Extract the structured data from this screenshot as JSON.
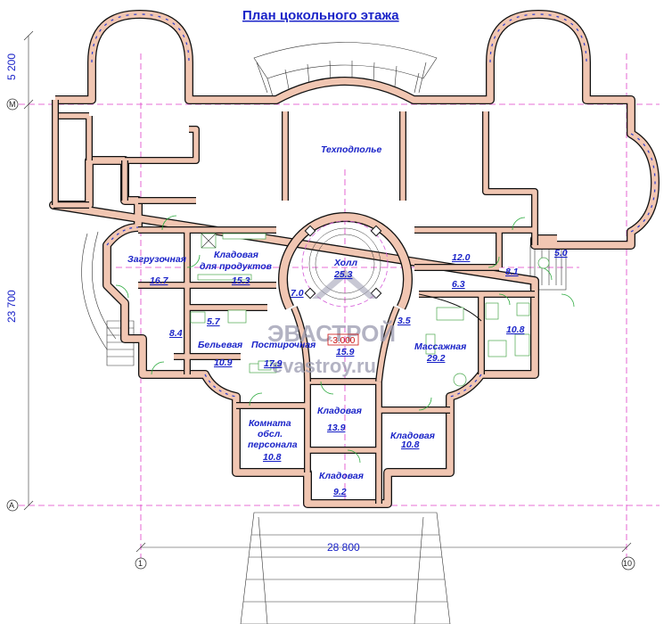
{
  "title": "План цокольного этажа",
  "dimensions": {
    "height_top": "5 200",
    "height_main": "23 700",
    "width_total": "28 800"
  },
  "axes": {
    "m": "М",
    "a": "А",
    "one": "1",
    "ten": "10"
  },
  "elevation_mark": "-3.000",
  "rooms": [
    {
      "name": "Техподполье",
      "area": ""
    },
    {
      "name": "Загрузочная",
      "area": "16.7"
    },
    {
      "name": "Кладовая",
      "name2": "для продуктов",
      "area": "15.3"
    },
    {
      "name": "Холл",
      "area": "25.3"
    },
    {
      "name": "",
      "area": "12.0"
    },
    {
      "name": "",
      "area": "6.3"
    },
    {
      "name": "",
      "area": "8.1"
    },
    {
      "name": "",
      "area": "5.0"
    },
    {
      "name": "",
      "area": "5.7"
    },
    {
      "name": "",
      "area": "8.4"
    },
    {
      "name": "Бельевая",
      "area": "10.9"
    },
    {
      "name": "Постирочная",
      "area": "17.9"
    },
    {
      "name": "",
      "area": "7.0"
    },
    {
      "name": "",
      "area": "15.9"
    },
    {
      "name": "",
      "area": "3.5"
    },
    {
      "name": "Массажная",
      "area": "29.2"
    },
    {
      "name": "",
      "area": "10.8"
    },
    {
      "name": "Кладовая",
      "area": "13.9"
    },
    {
      "name": "Комната",
      "name2": "обсл.",
      "name3": "персонала",
      "area": "10.8"
    },
    {
      "name": "Кладовая",
      "area": "10.8"
    },
    {
      "name": "Кладовая",
      "area": "9.2"
    }
  ],
  "watermark": {
    "brand": "ЭВАСТРОЙ",
    "site": "evastroy.ru"
  },
  "colors": {
    "wall": "#f1c6b2",
    "text": "#1a23c8",
    "axis_line": "#e040c8",
    "mark": "#cc1111",
    "plumbing": "#27a83a"
  }
}
